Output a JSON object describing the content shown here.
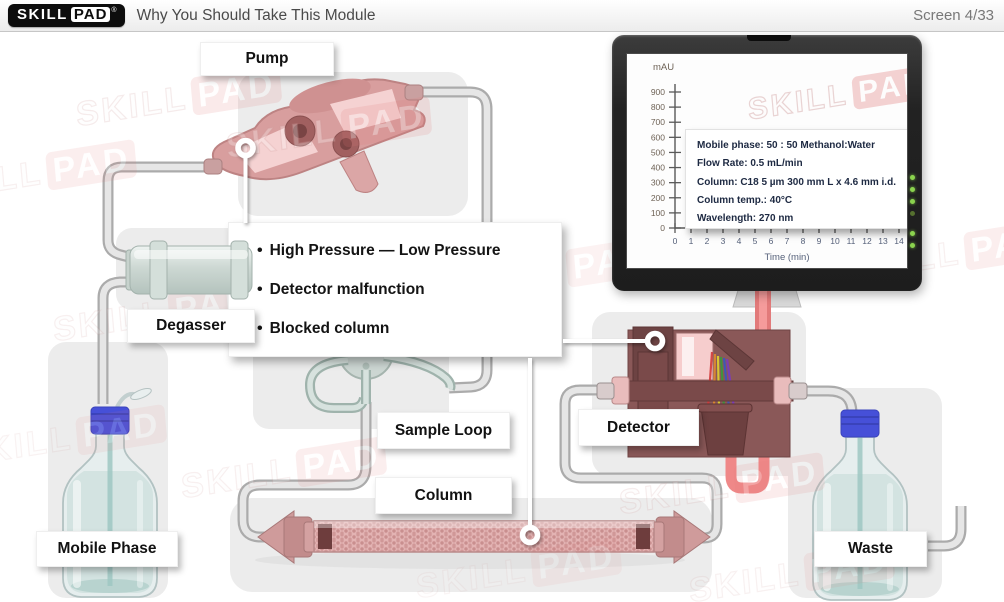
{
  "header": {
    "logo_skill": "SKILL",
    "logo_pad": "PAD",
    "logo_reg": "®",
    "title": "Why You Should Take This Module",
    "screen_counter": "Screen 4/33"
  },
  "watermark": {
    "skill": "SKILL",
    "pad": "PAD"
  },
  "labels": {
    "pump": "Pump",
    "degasser": "Degasser",
    "mobile_phase": "Mobile Phase",
    "sample_loop": "Sample Loop",
    "column": "Column",
    "detector": "Detector",
    "waste": "Waste"
  },
  "bullet_box": {
    "marker": "•",
    "items": [
      "High Pressure — Low Pressure",
      "Detector malfunction",
      "Blocked column"
    ]
  },
  "chart_data": {
    "type": "line",
    "title": "",
    "ylabel": "mAU",
    "xlabel": "Time (min)",
    "y_ticks": [
      900,
      800,
      700,
      600,
      500,
      400,
      300,
      200,
      100,
      0
    ],
    "x_ticks": [
      0,
      1,
      2,
      3,
      4,
      5,
      6,
      7,
      8,
      9,
      10,
      11,
      12,
      13,
      14
    ],
    "ylim": [
      0,
      900
    ],
    "xlim": [
      0,
      14
    ],
    "grid": false,
    "legend": false,
    "series": [],
    "annotations": [
      "Mobile phase: 50 : 50 Methanol:Water",
      "Flow Rate: 0.5 mL/min",
      "Column: C18  5 µm 300 mm L x 4.6 mm i.d.",
      "Column temp.: 40°C",
      "Wavelength: 270 nm"
    ]
  },
  "colors": {
    "pump_pink": "#d89e9e",
    "detector_maroon": "#8a5858",
    "column_pink": "#e3b3b3",
    "tube_gray": "#ababab",
    "valve_gray_green": "#ccd6d2",
    "red_tube": "#e27a7a",
    "bottle_cap_blue": "#4650d8",
    "led_green": "#8bd34e",
    "chart_label": "#6e6256",
    "logo_black": "#0d0d0d"
  }
}
